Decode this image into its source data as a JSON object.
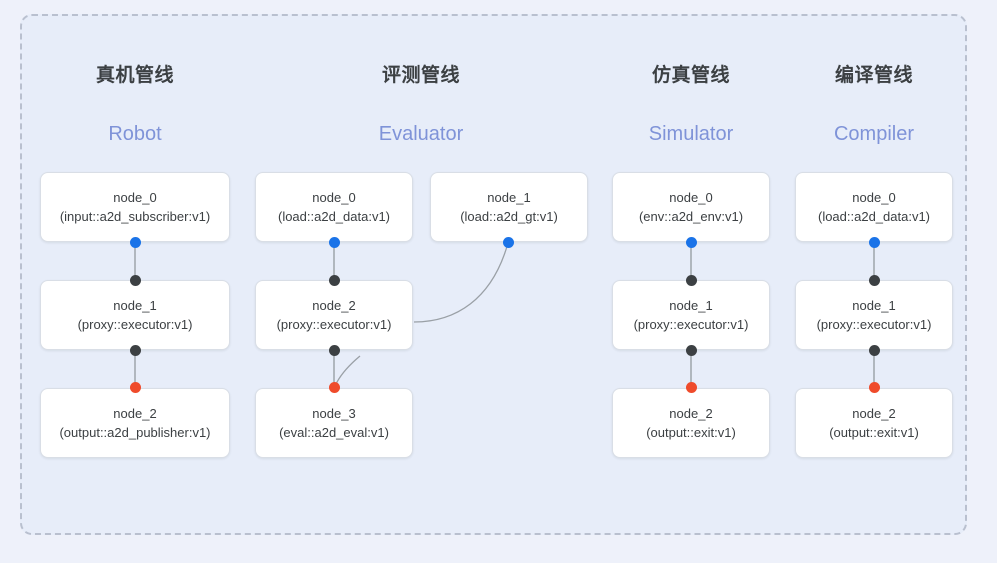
{
  "diagram": {
    "frame_label": "pipeline-group-frame",
    "background_color": "#eef1fa",
    "frame_background_color": "#e7edf9",
    "frame_border_color": "#b9c0cf",
    "accent_subtitle_color": "#7f93d8",
    "port_colors": {
      "input": "#1a73e8",
      "middle": "#3c4043",
      "output": "#ef4b2b"
    },
    "edge_color": "#9aa0a6"
  },
  "columns": [
    {
      "title": "真机管线",
      "subtitle": "Robot",
      "nodes": [
        {
          "label": "node_0",
          "type": "(input::a2d_subscriber:v1)"
        },
        {
          "label": "node_1",
          "type": "(proxy::executor:v1)"
        },
        {
          "label": "node_2",
          "type": "(output::a2d_publisher:v1)"
        }
      ]
    },
    {
      "title": "评测管线",
      "subtitle": "Evaluator",
      "nodes": [
        {
          "label": "node_0",
          "type": "(load::a2d_data:v1)"
        },
        {
          "label": "node_1",
          "type": "(load::a2d_gt:v1)"
        },
        {
          "label": "node_2",
          "type": "(proxy::executor:v1)"
        },
        {
          "label": "node_3",
          "type": "(eval::a2d_eval:v1)"
        }
      ]
    },
    {
      "title": "仿真管线",
      "subtitle": "Simulator",
      "nodes": [
        {
          "label": "node_0",
          "type": "(env::a2d_env:v1)"
        },
        {
          "label": "node_1",
          "type": "(proxy::executor:v1)"
        },
        {
          "label": "node_2",
          "type": "(output::exit:v1)"
        }
      ]
    },
    {
      "title": "编译管线",
      "subtitle": "Compiler",
      "nodes": [
        {
          "label": "node_0",
          "type": "(load::a2d_data:v1)"
        },
        {
          "label": "node_1",
          "type": "(proxy::executor:v1)"
        },
        {
          "label": "node_2",
          "type": "(output::exit:v1)"
        }
      ]
    }
  ]
}
